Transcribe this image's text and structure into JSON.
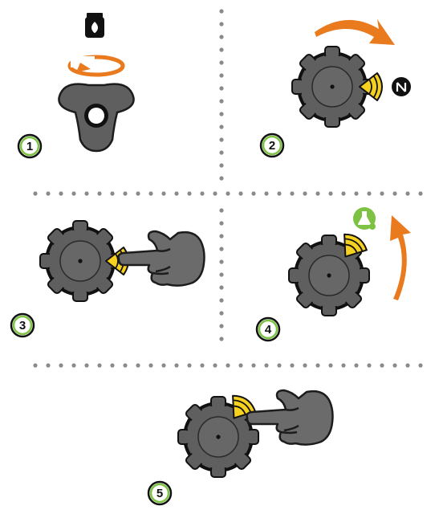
{
  "steps": [
    {
      "number": "1",
      "icon": "gas-cylinder-icon"
    },
    {
      "number": "2",
      "icon": "n-mode-icon"
    },
    {
      "number": "3",
      "icon": ""
    },
    {
      "number": "4",
      "icon": "flask-icon"
    },
    {
      "number": "5",
      "icon": ""
    }
  ],
  "colors": {
    "knob": "#5f5f5f",
    "knob_dark": "#111111",
    "indicator": "#f6d11f",
    "arrow": "#ea7a1e",
    "step_green": "#7dc242",
    "separator": "#8a8a8a",
    "hand": "#6b6b6b"
  }
}
